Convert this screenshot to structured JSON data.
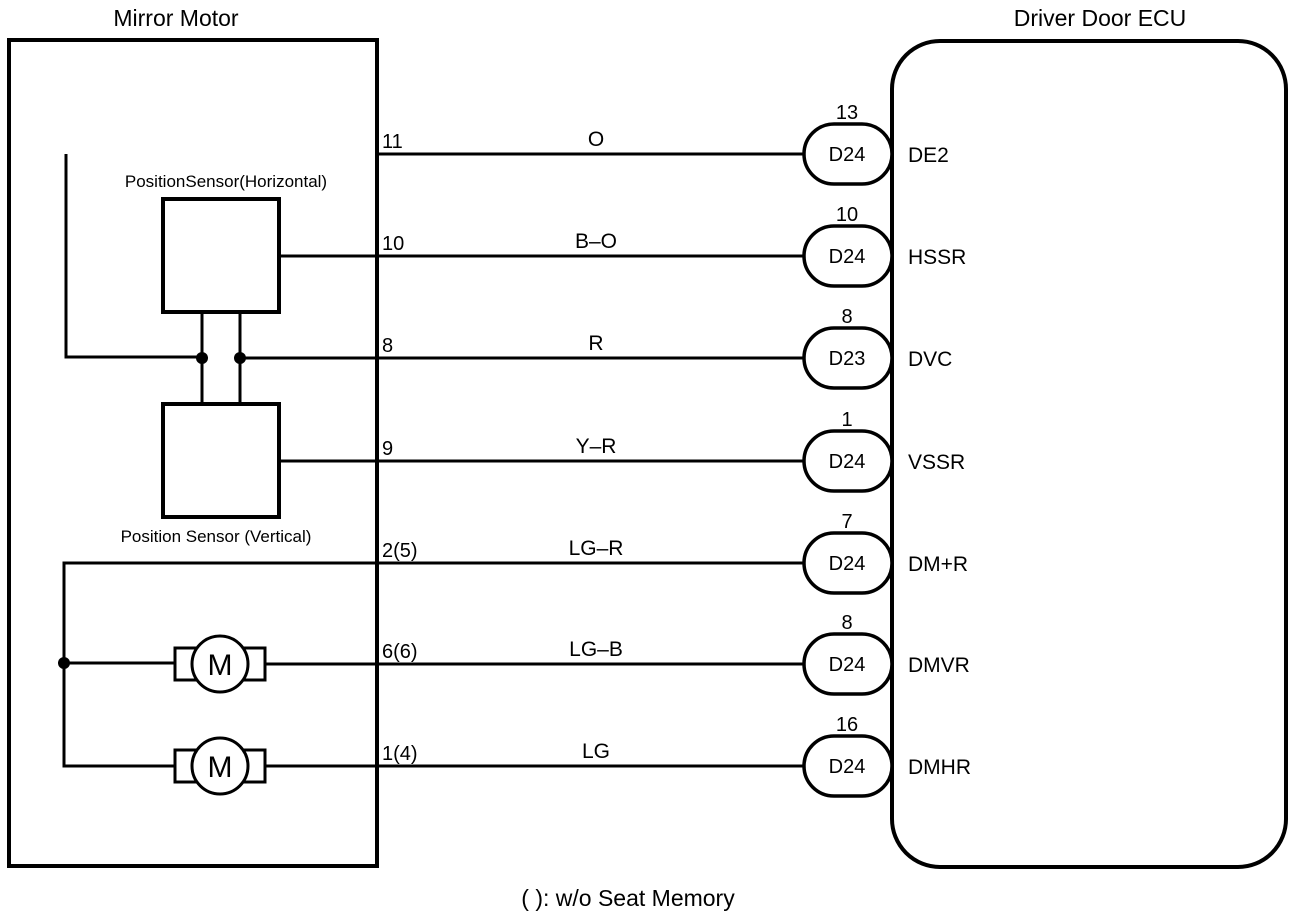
{
  "diagram": {
    "left_component": {
      "title": "Mirror Motor",
      "sensor_horizontal_label": "PositionSensor(Horizontal)",
      "sensor_vertical_label": "Position Sensor (Vertical)",
      "motor_symbol": "M"
    },
    "right_component": {
      "title": "Driver Door ECU"
    },
    "wires": [
      {
        "pin": "11",
        "color": "O",
        "connector": "D24",
        "terminal_no": "13",
        "terminal": "DE2"
      },
      {
        "pin": "10",
        "color": "B–O",
        "connector": "D24",
        "terminal_no": "10",
        "terminal": "HSSR"
      },
      {
        "pin": "8",
        "color": "R",
        "connector": "D23",
        "terminal_no": "8",
        "terminal": "DVC"
      },
      {
        "pin": "9",
        "color": "Y–R",
        "connector": "D24",
        "terminal_no": "1",
        "terminal": "VSSR"
      },
      {
        "pin": "2(5)",
        "color": "LG–R",
        "connector": "D24",
        "terminal_no": "7",
        "terminal": "DM+R"
      },
      {
        "pin": "6(6)",
        "color": "LG–B",
        "connector": "D24",
        "terminal_no": "8",
        "terminal": "DMVR"
      },
      {
        "pin": "1(4)",
        "color": "LG",
        "connector": "D24",
        "terminal_no": "16",
        "terminal": "DMHR"
      }
    ],
    "footnote": "( ): w/o Seat Memory"
  }
}
